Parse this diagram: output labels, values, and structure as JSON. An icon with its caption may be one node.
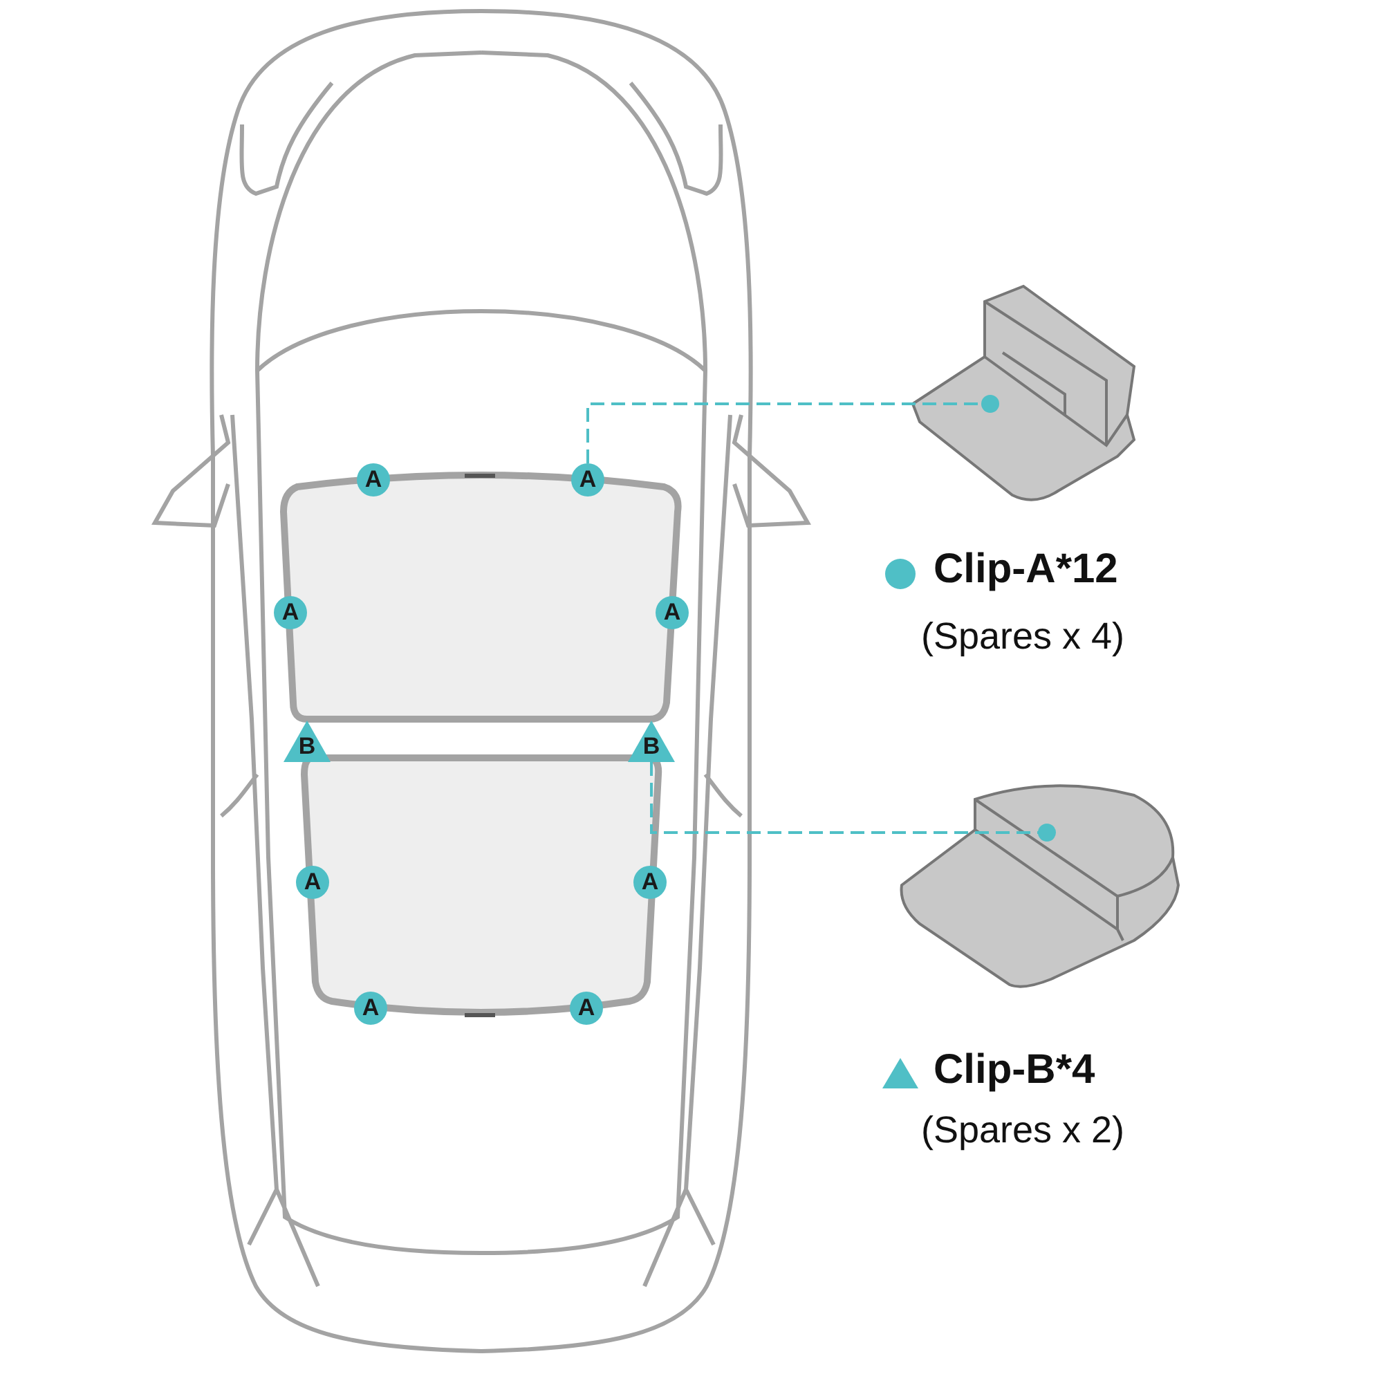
{
  "diagram": {
    "nodes": [
      {
        "text": [
          "A"
        ]
      },
      {
        "text": [
          "A"
        ]
      },
      {
        "text": [
          "A"
        ]
      },
      {
        "text": [
          "A"
        ]
      },
      {
        "text": [
          "B"
        ]
      },
      {
        "text": [
          "B"
        ]
      },
      {
        "text": [
          "A"
        ]
      },
      {
        "text": [
          "A"
        ]
      },
      {
        "text": [
          "A"
        ]
      },
      {
        "text": [
          "A"
        ]
      },
      {
        "text": [],
        "shape": "picture"
      },
      {
        "text": [],
        "shape": "picture"
      }
    ],
    "edges": [
      {
        "from": 1,
        "to": 10,
        "arrow": "other",
        "style": "dashed"
      },
      {
        "from": 5,
        "to": 11,
        "arrow": "other",
        "style": "dashed"
      }
    ],
    "labels": [
      "(Spares x 4)",
      "(Spares x 2)"
    ],
    "legend": [
      {
        "text": "Clip-A*12",
        "color": "#4fbfc6"
      },
      {
        "text": "Clip-B*4",
        "color": "#4fbfc6"
      }
    ]
  }
}
